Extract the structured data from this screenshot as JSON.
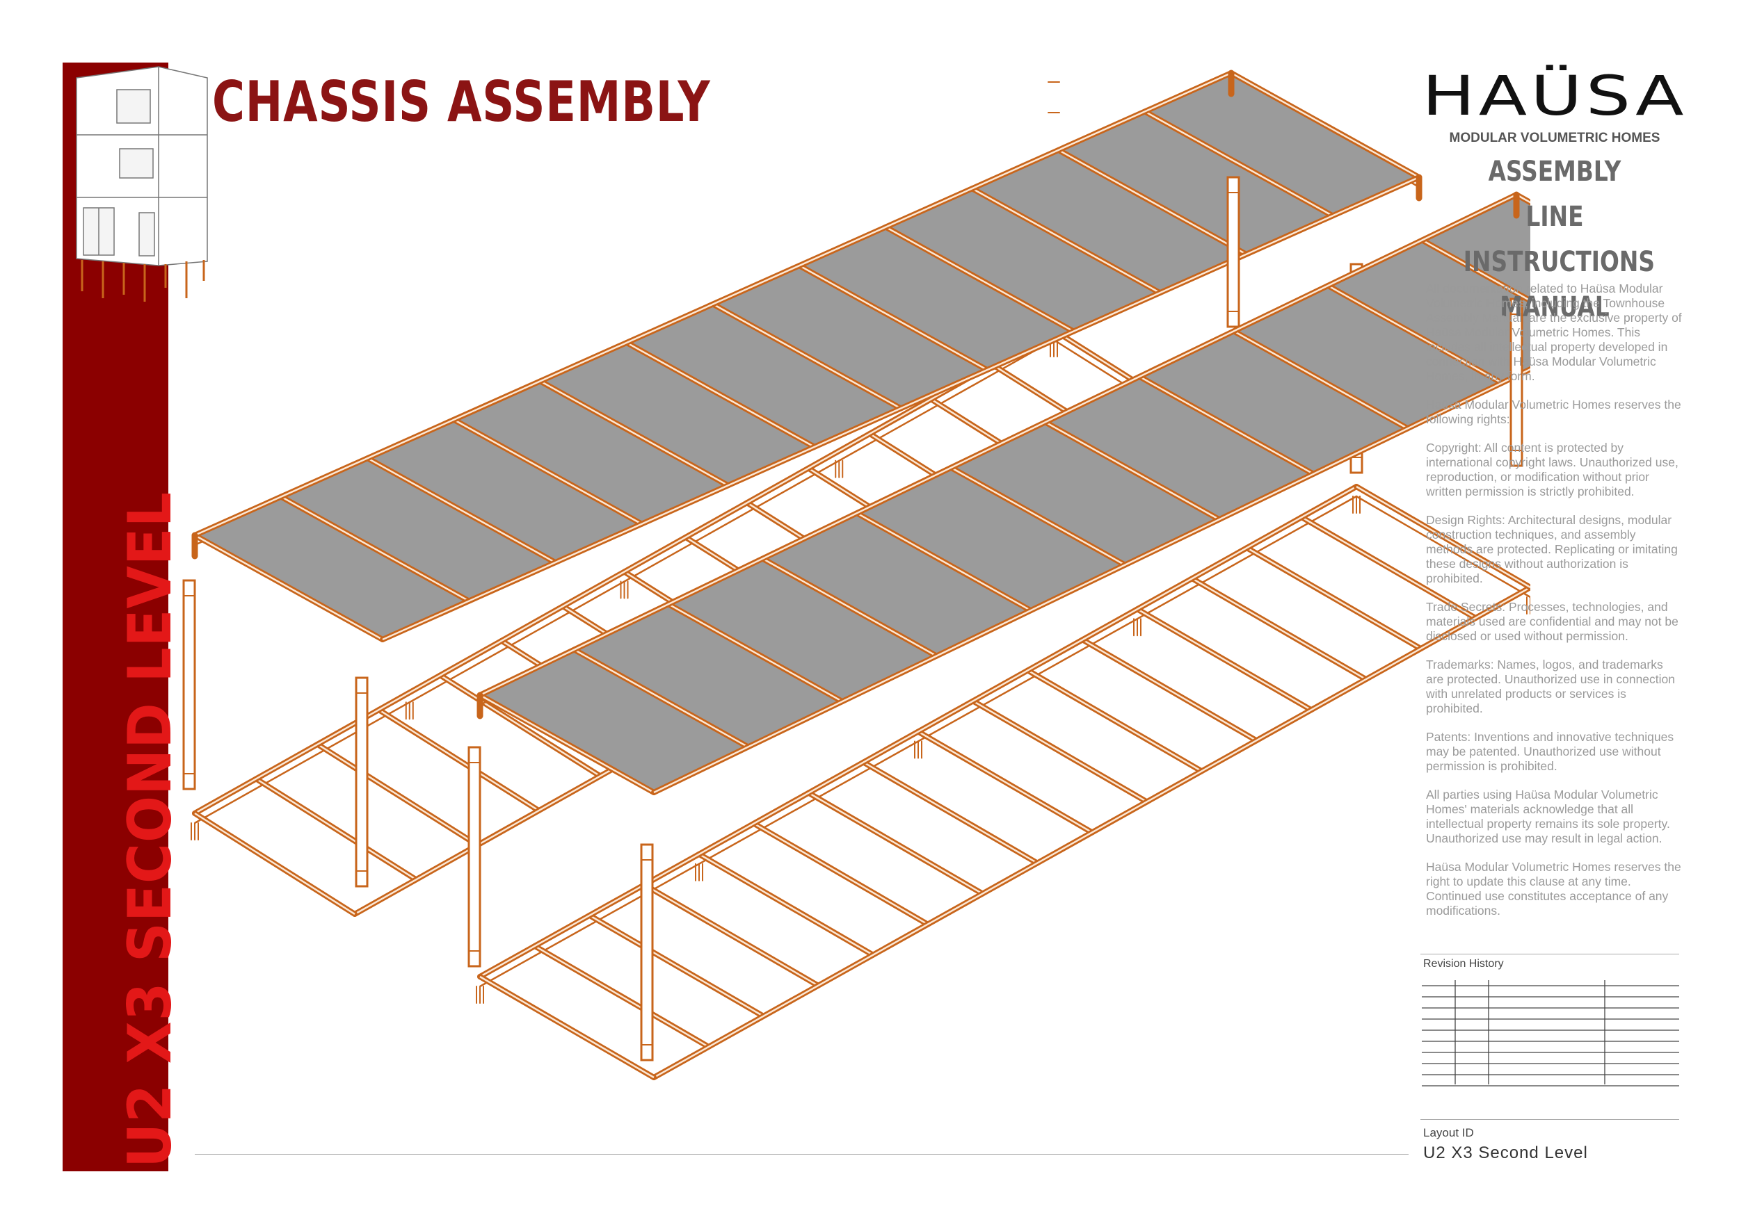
{
  "header": {
    "title": "CHASSIS ASSEMBLY"
  },
  "sidebar": {
    "title": "U2 X3 SECOND LEVEL"
  },
  "brand": {
    "logo_text": "HAÜSA",
    "tagline": "MODULAR VOLUMETRIC HOMES"
  },
  "manual": {
    "line1": "ASSEMBLY LINE",
    "line2": "INSTRUCTIONS",
    "line3": "MANUAL"
  },
  "legal": {
    "p1": "All documentation related to Haüsa Modular Volumetric Homes, including the Townhouse Assembly Manual, are the exclusive property of Haüsa Modular Volumetric Homes. This includes all intellectual property developed in connection with Haüsa Modular Volumetric Homes, in any form.",
    "p2": "Haüsa Modular Volumetric Homes reserves the following rights:",
    "p3": "Copyright: All content is protected by international copyright laws. Unauthorized use, reproduction, or modification without prior written permission is strictly prohibited.",
    "p4": "Design Rights: Architectural designs, modular construction techniques, and assembly methods are protected. Replicating or imitating these designs without authorization is prohibited.",
    "p5": "Trade Secrets: Processes, technologies, and materials used are confidential and may not be disclosed or used without permission.",
    "p6": "Trademarks: Names, logos, and trademarks are protected. Unauthorized use in connection with unrelated products or services is prohibited.",
    "p7": "Patents: Inventions and innovative techniques may be patented. Unauthorized use without permission is prohibited.",
    "p8": "All parties using Haüsa Modular Volumetric Homes' materials acknowledge that all intellectual property remains its sole property. Unauthorized use may result in legal action.",
    "p9": "Haüsa Modular Volumetric Homes reserves the right to update this clause at any time. Continued use constitutes acceptance of any modifications."
  },
  "revision": {
    "label": "Revision History",
    "rows": 10
  },
  "layout": {
    "label": "Layout ID",
    "value": "U2 X3 Second Level"
  },
  "colors": {
    "band": "#8b0000",
    "side_text": "#e31818",
    "title": "#8b1414",
    "frame": "#c8651b",
    "panel": "#9b9b9b"
  }
}
